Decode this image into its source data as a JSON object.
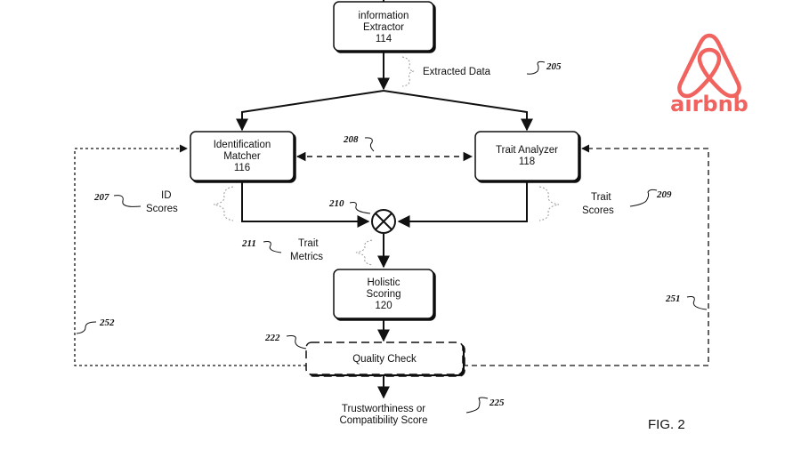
{
  "figure": {
    "caption": "FIG. 2",
    "logo": {
      "brand": "airbnb",
      "icon": "airbnb-belo-icon",
      "color": "#f0635e"
    },
    "nodes": {
      "information_extractor": {
        "line1": "information",
        "line2": "Extractor",
        "ref": "114"
      },
      "identification_matcher": {
        "line1": "Identification",
        "line2": "Matcher",
        "ref": "116"
      },
      "trait_analyzer": {
        "line1": "Trait Analyzer",
        "ref": "118"
      },
      "holistic_scoring": {
        "line1": "Holistic",
        "line2": "Scoring",
        "ref": "120"
      },
      "quality_check": {
        "line1": "Quality Check"
      },
      "combiner": {
        "icon": "multiply-circle-icon"
      }
    },
    "labels": {
      "extracted_data": "Extracted Data",
      "id_scores_1": "ID",
      "id_scores_2": "Scores",
      "trait_scores_1": "Trait",
      "trait_scores_2": "Scores",
      "trait_metrics_1": "Trait",
      "trait_metrics_2": "Metrics",
      "output_1": "Trustworthiness or",
      "output_2": "Compatibility Score"
    },
    "refs": {
      "extracted_data": "205",
      "id_scores": "207",
      "link_208": "208",
      "trait_scores": "209",
      "combiner": "210",
      "trait_metrics": "211",
      "quality_check": "222",
      "output": "225",
      "feedback_right": "251",
      "feedback_left": "252"
    }
  }
}
